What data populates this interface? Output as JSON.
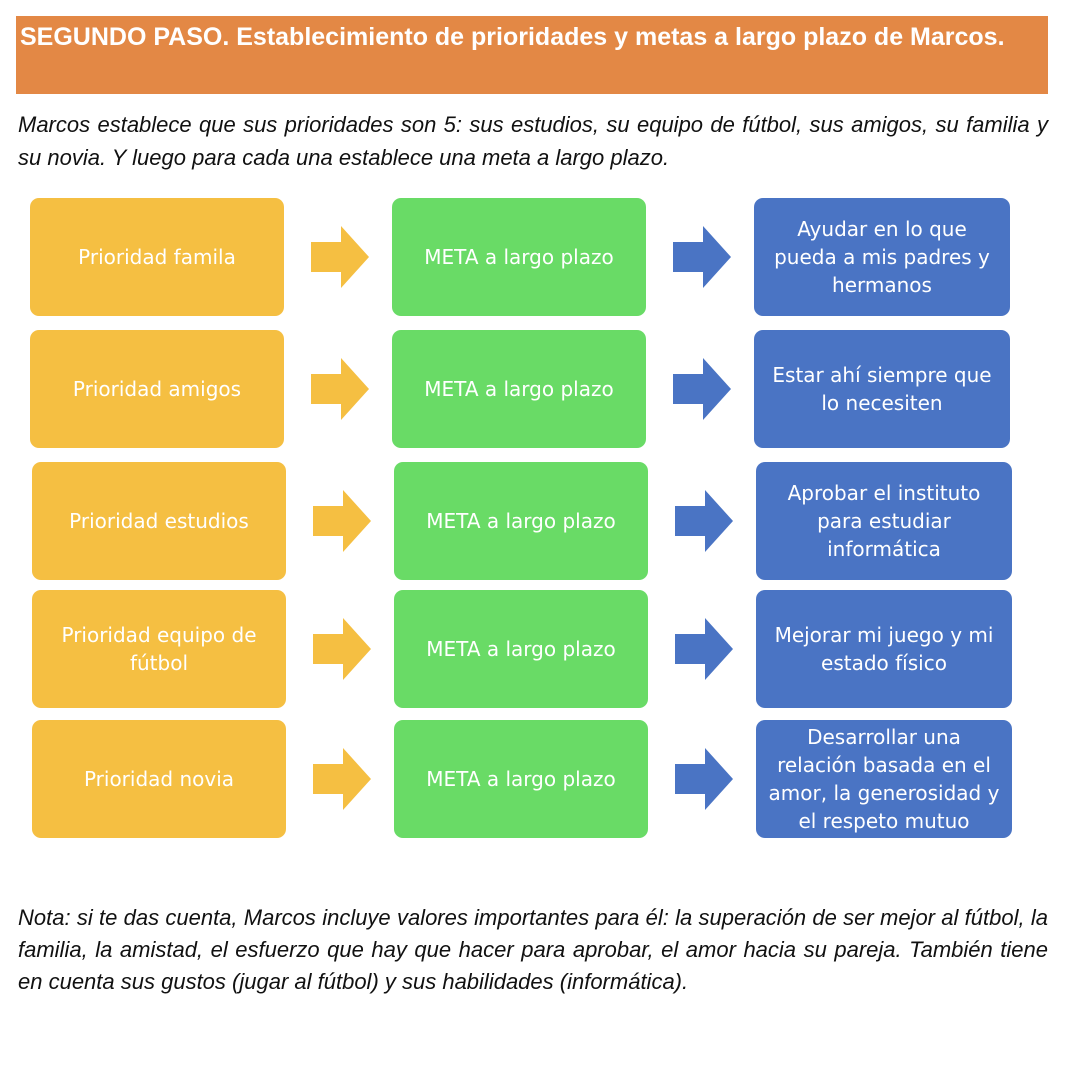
{
  "header": {
    "title": "SEGUNDO PASO. Establecimiento de prioridades y metas a largo plazo de Marcos."
  },
  "intro": {
    "text": "Marcos establece que sus prioridades son 5: sus estudios, su equipo de fútbol, sus amigos, su familia y su novia. Y luego para cada una establece una meta a largo plazo."
  },
  "colors": {
    "header_bg": "#E38845",
    "priority_box": "#F5BF42",
    "meta_box": "#69DB66",
    "goal_box": "#4A74C4",
    "priority_arrow": "#F5BF42",
    "goal_arrow": "#4A74C4"
  },
  "rows": [
    {
      "priority": "Prioridad famila",
      "meta": "META a largo plazo",
      "goal": "Ayudar en lo que pueda a mis padres y hermanos"
    },
    {
      "priority": "Prioridad amigos",
      "meta": "META a largo plazo",
      "goal": "Estar ahí siempre que lo necesiten"
    },
    {
      "priority": "Prioridad estudios",
      "meta": "META a largo plazo",
      "goal": "Aprobar el instituto para estudiar informática"
    },
    {
      "priority": "Prioridad equipo de fútbol",
      "meta": "META a largo plazo",
      "goal": "Mejorar mi juego y mi estado físico"
    },
    {
      "priority": "Prioridad novia",
      "meta": "META a largo plazo",
      "goal": "Desarrollar una relación basada en el amor, la generosidad y el respeto mutuo"
    }
  ],
  "icons": {
    "priority_arrow": "arrow-right-icon",
    "goal_arrow": "arrow-right-icon"
  },
  "note": {
    "text": "Nota: si te das cuenta, Marcos incluye valores importantes para él: la superación de ser mejor al fútbol, la familia, la amistad, el esfuerzo que hay que hacer para aprobar, el amor hacia su pareja. También tiene en cuenta sus gustos (jugar al fútbol) y sus habilidades (informática)."
  }
}
